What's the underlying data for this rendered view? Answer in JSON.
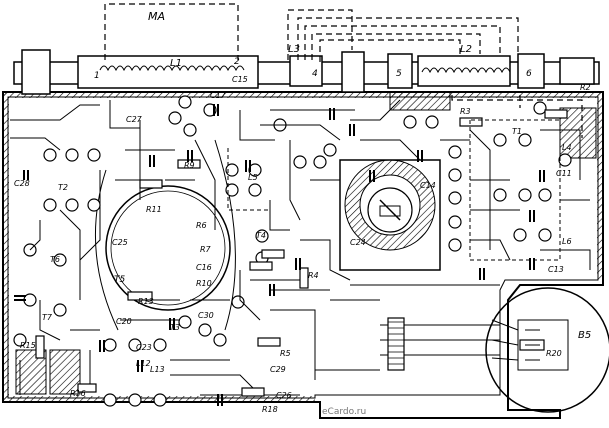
{
  "labels": {
    "ma": "MA",
    "l1": "L1",
    "l2": "L2",
    "l3": "L3",
    "n1": "1",
    "n2": "2",
    "n4": "4",
    "n5": "5",
    "n6": "6",
    "c15": "C15",
    "c17": "C17",
    "c27": "C27",
    "c28": "C28",
    "c25": "C25",
    "c16": "C16",
    "c30": "C30",
    "c20": "C20",
    "c23": "C23",
    "c29": "C29",
    "c26": "C26",
    "c24": "C24",
    "c11": "C11",
    "c13": "C13",
    "c14": "C14",
    "r2": "R2",
    "r3": "R3",
    "r4": "R4",
    "r5": "R5",
    "r6": "R6",
    "r7": "R7",
    "r9": "R9",
    "r10": "R10",
    "r11": "R11",
    "r13": "R13",
    "r15": "R15",
    "r16": "R16",
    "r18": "R18",
    "r20": "R20",
    "t1": "T1",
    "t2": "T2",
    "t3": "T3",
    "t4": "T4",
    "t5": "T5",
    "t6": "T6",
    "t7": "T7",
    "b5": "B5",
    "l4": "L4",
    "l5": "L5",
    "l6": "L6",
    "l12": "L12",
    "l13": "L13",
    "watermark": "eCardo.ru"
  },
  "colors": {
    "ink": "#000000",
    "board": "#ffffff",
    "hatch": "#000000"
  }
}
